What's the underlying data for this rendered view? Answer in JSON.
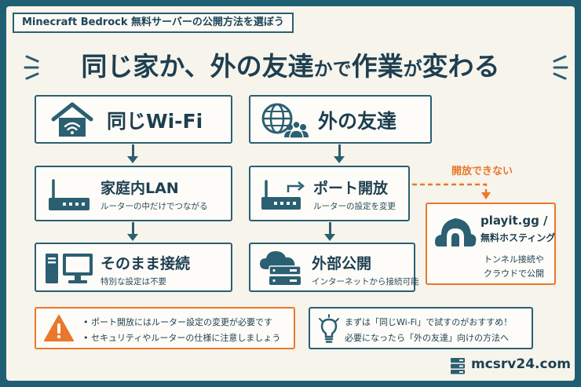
{
  "header": {
    "tagline": "Minecraft Bedrock 無料サーバーの公開方法を選ぼう",
    "headline_part1": "同じ家か、外の友達",
    "headline_part2": "かで",
    "headline_part3": "作業",
    "headline_part4": "が",
    "headline_part5": "変わる"
  },
  "left_column": {
    "top": {
      "title": "同じWi-Fi",
      "icon": "house-wifi-icon"
    },
    "middle": {
      "title": "家庭内LAN",
      "subtitle": "ルーターの中だけでつながる",
      "icon": "router-icon"
    },
    "bottom": {
      "title": "そのまま接続",
      "subtitle": "特別な設定は不要",
      "icon": "desktop-computer-icon"
    }
  },
  "right_column": {
    "top": {
      "title": "外の友達",
      "icon": "globe-people-icon"
    },
    "middle": {
      "title": "ポート開放",
      "subtitle": "ルーターの設定を変更",
      "icon": "router-arrow-icon"
    },
    "bottom": {
      "title": "外部公開",
      "subtitle": "インターネットから接続可能",
      "icon": "cloud-server-icon"
    }
  },
  "alternative": {
    "branch_label": "開放できない",
    "title_line1": "playit.gg /",
    "title_line2": "無料ホスティング",
    "desc_line1": "トンネル接続や",
    "desc_line2": "クラウドで公開",
    "icon": "tunnel-cloud-icon"
  },
  "warning": {
    "icon": "warning-icon",
    "items": [
      "ポート開放にはルーター設定の変更が必要です",
      "セキュリティやルーターの仕様に注意しましょう"
    ]
  },
  "tip": {
    "icon": "lightbulb-icon",
    "line1": "まずは「同じWi-Fi」で試すのがおすすめ！",
    "line2": "必要になったら「外の友達」向けの方法へ"
  },
  "footer": {
    "site": "mcsrv24.com",
    "icon": "server-stack-icon"
  },
  "colors": {
    "primary": "#2b5f72",
    "accent": "#e9782a",
    "background": "#f7f4ec",
    "frame": "#1f5f73"
  }
}
